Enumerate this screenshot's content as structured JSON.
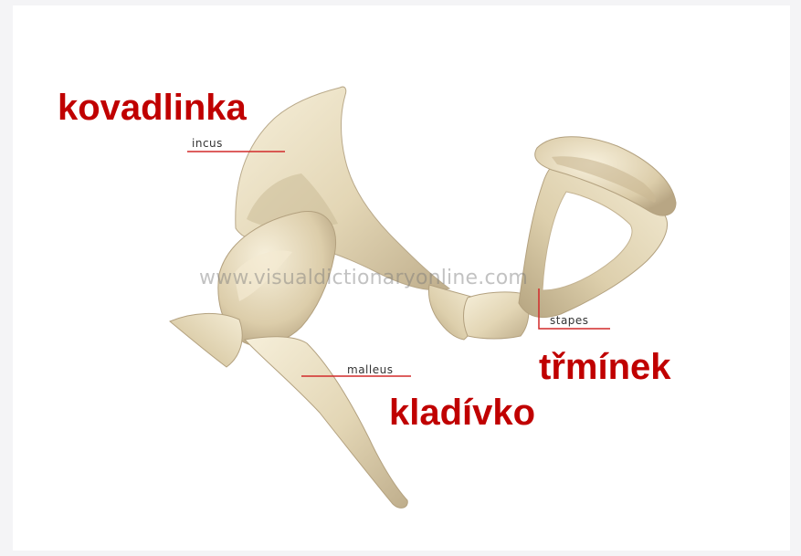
{
  "labels": {
    "incus_cz": "kovadlinka",
    "malleus_cz": "kladívko",
    "stapes_cz": "třmínek",
    "incus_en": "incus",
    "malleus_en": "malleus",
    "stapes_en": "stapes"
  },
  "watermark": "www.visualdictionaryonline.com",
  "colors": {
    "label_red": "#c00000",
    "leader_line": "#d22a2a",
    "bone": "#e3d6b5",
    "bone_shadow": "#b9a98a",
    "bone_highlight": "#f6efda",
    "background": "#f4f4f6"
  }
}
